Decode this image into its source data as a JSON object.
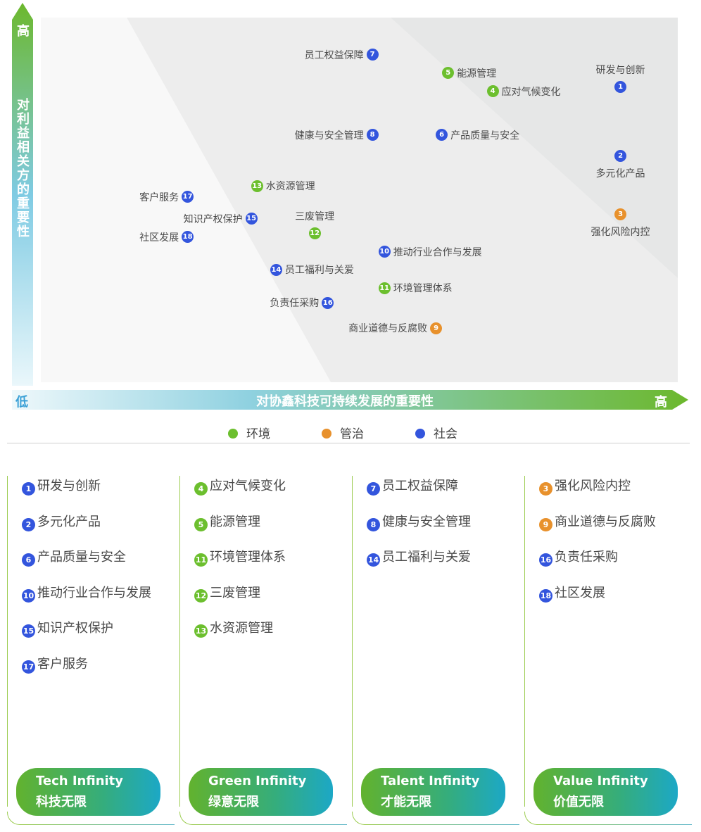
{
  "axes": {
    "y_high": "高",
    "y_title": "对利益相关方的重要性",
    "x_low": "低",
    "x_title": "对协鑫科技可持续发展的重要性",
    "x_high": "高"
  },
  "colors": {
    "环境": "#6cbf2e",
    "管治": "#e8912c",
    "社会": "#3355dd"
  },
  "chart_data": {
    "type": "scatter",
    "title": "",
    "xlabel": "对协鑫科技可持续发展的重要性",
    "ylabel": "对利益相关方的重要性",
    "legend": [
      "环境",
      "管治",
      "社会"
    ],
    "legend_position": "bottom",
    "points": [
      {
        "id": "1",
        "label": "研发与创新",
        "category": "社会",
        "x": 0.91,
        "y": 0.81
      },
      {
        "id": "2",
        "label": "多元化产品",
        "category": "社会",
        "x": 0.91,
        "y": 0.62
      },
      {
        "id": "3",
        "label": "强化风险内控",
        "category": "管治",
        "x": 0.91,
        "y": 0.46
      },
      {
        "id": "4",
        "label": "应对气候变化",
        "category": "环境",
        "x": 0.71,
        "y": 0.8
      },
      {
        "id": "5",
        "label": "能源管理",
        "category": "环境",
        "x": 0.64,
        "y": 0.85
      },
      {
        "id": "6",
        "label": "产品质量与安全",
        "category": "社会",
        "x": 0.63,
        "y": 0.68
      },
      {
        "id": "7",
        "label": "员工权益保障",
        "category": "社会",
        "x": 0.52,
        "y": 0.9
      },
      {
        "id": "8",
        "label": "健康与安全管理",
        "category": "社会",
        "x": 0.52,
        "y": 0.68
      },
      {
        "id": "9",
        "label": "商业道德与反腐败",
        "category": "管治",
        "x": 0.62,
        "y": 0.15
      },
      {
        "id": "10",
        "label": "推动行业合作与发展",
        "category": "社会",
        "x": 0.54,
        "y": 0.36
      },
      {
        "id": "11",
        "label": "环境管理体系",
        "category": "环境",
        "x": 0.54,
        "y": 0.26
      },
      {
        "id": "12",
        "label": "三废管理",
        "category": "环境",
        "x": 0.43,
        "y": 0.41
      },
      {
        "id": "13",
        "label": "水资源管理",
        "category": "环境",
        "x": 0.34,
        "y": 0.54
      },
      {
        "id": "14",
        "label": "员工福利与关爱",
        "category": "社会",
        "x": 0.37,
        "y": 0.31
      },
      {
        "id": "15",
        "label": "知识产权保护",
        "category": "社会",
        "x": 0.33,
        "y": 0.45
      },
      {
        "id": "16",
        "label": "负责任采购",
        "category": "社会",
        "x": 0.45,
        "y": 0.22
      },
      {
        "id": "17",
        "label": "客户服务",
        "category": "社会",
        "x": 0.23,
        "y": 0.51
      },
      {
        "id": "18",
        "label": "社区发展",
        "category": "社会",
        "x": 0.23,
        "y": 0.4
      }
    ]
  },
  "groups": [
    {
      "en": "Tech Infinity",
      "cn": "科技无限",
      "items": [
        {
          "id": "1",
          "label": "研发与创新",
          "category": "社会"
        },
        {
          "id": "2",
          "label": "多元化产品",
          "category": "社会"
        },
        {
          "id": "6",
          "label": "产品质量与安全",
          "category": "社会"
        },
        {
          "id": "10",
          "label": "推动行业合作与发展",
          "category": "社会"
        },
        {
          "id": "15",
          "label": "知识产权保护",
          "category": "社会"
        },
        {
          "id": "17",
          "label": "客户服务",
          "category": "社会"
        }
      ]
    },
    {
      "en": "Green Infinity",
      "cn": "绿意无限",
      "items": [
        {
          "id": "4",
          "label": "应对气候变化",
          "category": "环境"
        },
        {
          "id": "5",
          "label": "能源管理",
          "category": "环境"
        },
        {
          "id": "11",
          "label": "环境管理体系",
          "category": "环境"
        },
        {
          "id": "12",
          "label": "三废管理",
          "category": "环境"
        },
        {
          "id": "13",
          "label": "水资源管理",
          "category": "环境"
        }
      ]
    },
    {
      "en": "Talent Infinity",
      "cn": "才能无限",
      "items": [
        {
          "id": "7",
          "label": "员工权益保障",
          "category": "社会"
        },
        {
          "id": "8",
          "label": "健康与安全管理",
          "category": "社会"
        },
        {
          "id": "14",
          "label": "员工福利与关爱",
          "category": "社会"
        }
      ]
    },
    {
      "en": "Value Infinity",
      "cn": "价值无限",
      "items": [
        {
          "id": "3",
          "label": "强化风险内控",
          "category": "管治"
        },
        {
          "id": "9",
          "label": "商业道德与反腐败",
          "category": "管治"
        },
        {
          "id": "16",
          "label": "负责任采购",
          "category": "社会"
        },
        {
          "id": "18",
          "label": "社区发展",
          "category": "社会"
        }
      ]
    }
  ]
}
